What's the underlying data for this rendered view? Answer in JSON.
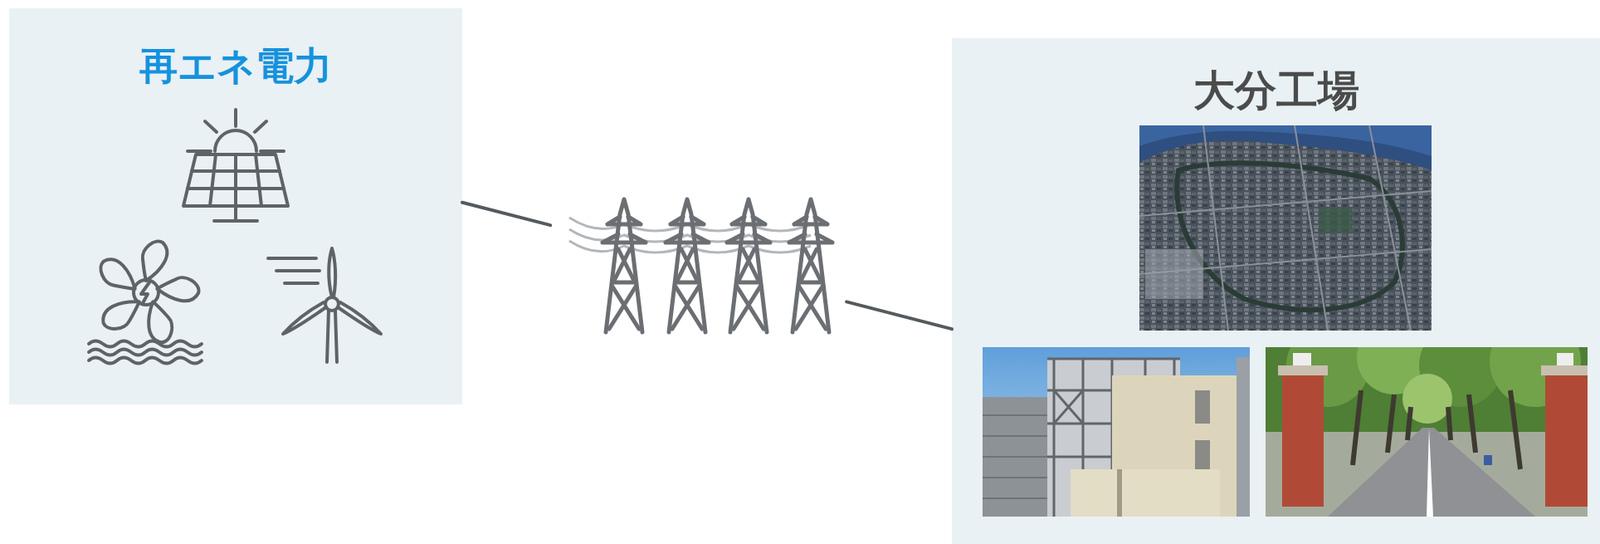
{
  "diagram": {
    "nodes": [
      {
        "text": [
          "再エネ電力"
        ]
      },
      {
        "text": [
          "大分工場"
        ]
      }
    ],
    "edges": [
      {
        "from": 0,
        "to": 1,
        "arrow": "none"
      }
    ]
  }
}
